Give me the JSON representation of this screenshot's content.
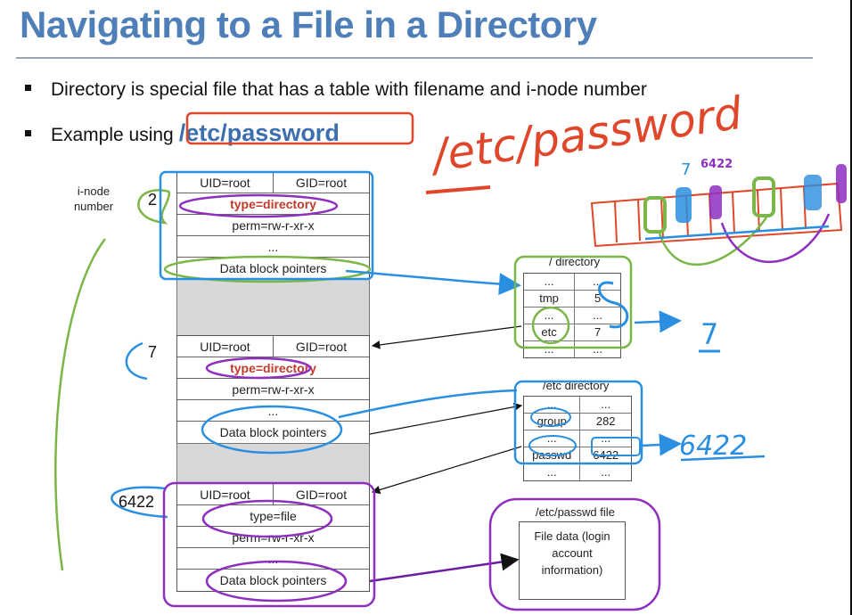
{
  "slide": {
    "title": "Navigating to a File in a Directory",
    "bullets": [
      "Directory is special file that has a table with filename and i-node number",
      "Example using"
    ],
    "example_path": "/etc/password"
  },
  "inode_label": [
    "i-node",
    "number"
  ],
  "inodes": [
    {
      "number": "2",
      "uid": "UID=root",
      "gid": "GID=root",
      "type": "type=directory",
      "perm": "perm=rw-r-xr-x",
      "dots": "...",
      "pointers": "Data block pointers"
    },
    {
      "number": "7",
      "uid": "UID=root",
      "gid": "GID=root",
      "type": "type=directory",
      "perm": "perm=rw-r-xr-x",
      "dots": "...",
      "pointers": "Data block pointers"
    },
    {
      "number": "6422",
      "uid": "UID=root",
      "gid": "GID=root",
      "type": "type=file",
      "perm": "perm=rw-r-xr-x",
      "dots": "...",
      "pointers": "Data block pointers"
    }
  ],
  "root_dir": {
    "caption": "/ directory",
    "rows": [
      [
        "...",
        "..."
      ],
      [
        "tmp",
        "5"
      ],
      [
        "...",
        "..."
      ],
      [
        "etc",
        "7"
      ],
      [
        "...",
        "..."
      ]
    ]
  },
  "etc_dir": {
    "caption": "/etc directory",
    "rows": [
      [
        "...",
        "..."
      ],
      [
        "group",
        "282"
      ],
      [
        "...",
        "..."
      ],
      [
        "passwd",
        "6422"
      ],
      [
        "...",
        "..."
      ]
    ]
  },
  "passwd_file": {
    "caption": "/etc/passwd file",
    "lines": [
      "File data (login",
      "account",
      "information)"
    ]
  },
  "handwriting": {
    "path": "/etc/password",
    "ann_7": "7",
    "ann_6422": "6422",
    "result_7": "7",
    "result_6422": "6422"
  },
  "colors": {
    "title": "#4f7fb8",
    "green": "#7ab648",
    "blue": "#2a8fe0",
    "purple": "#8e2fc0",
    "red": "#e0472a",
    "type_red": "#c0392b"
  }
}
